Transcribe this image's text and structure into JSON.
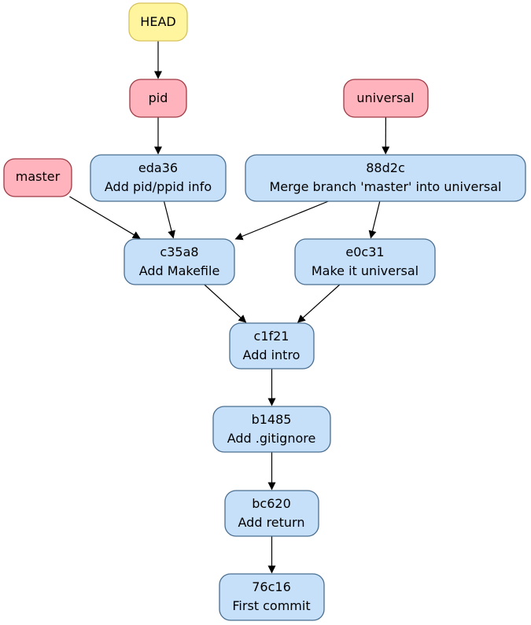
{
  "colors": {
    "head_fill": "#fff59e",
    "head_stroke": "#d6c25c",
    "branch_fill": "#ffb3bd",
    "branch_stroke": "#9e3a44",
    "commit_fill": "#c7e0fa",
    "commit_stroke": "#4a6e8f",
    "edge": "#000000"
  },
  "refs": {
    "head": {
      "label": "HEAD"
    },
    "pid": {
      "label": "pid"
    },
    "universal": {
      "label": "universal"
    },
    "master": {
      "label": "master"
    }
  },
  "commits": {
    "eda36": {
      "hash": "eda36",
      "message": "Add pid/ppid info"
    },
    "88d2c": {
      "hash": "88d2c",
      "message": "Merge branch 'master' into universal"
    },
    "c35a8": {
      "hash": "c35a8",
      "message": "Add Makefile"
    },
    "e0c31": {
      "hash": "e0c31",
      "message": "Make it universal"
    },
    "c1f21": {
      "hash": "c1f21",
      "message": "Add intro"
    },
    "b1485": {
      "hash": "b1485",
      "message": "Add .gitignore"
    },
    "bc620": {
      "hash": "bc620",
      "message": "Add return"
    },
    "76c16": {
      "hash": "76c16",
      "message": "First commit"
    }
  },
  "edges": [
    {
      "from": "head",
      "to": "pid"
    },
    {
      "from": "pid",
      "to": "eda36"
    },
    {
      "from": "universal",
      "to": "88d2c"
    },
    {
      "from": "master",
      "to": "c35a8"
    },
    {
      "from": "eda36",
      "to": "c35a8"
    },
    {
      "from": "88d2c",
      "to": "c35a8"
    },
    {
      "from": "88d2c",
      "to": "e0c31"
    },
    {
      "from": "c35a8",
      "to": "c1f21"
    },
    {
      "from": "e0c31",
      "to": "c1f21"
    },
    {
      "from": "c1f21",
      "to": "b1485"
    },
    {
      "from": "b1485",
      "to": "bc620"
    },
    {
      "from": "bc620",
      "to": "76c16"
    }
  ]
}
